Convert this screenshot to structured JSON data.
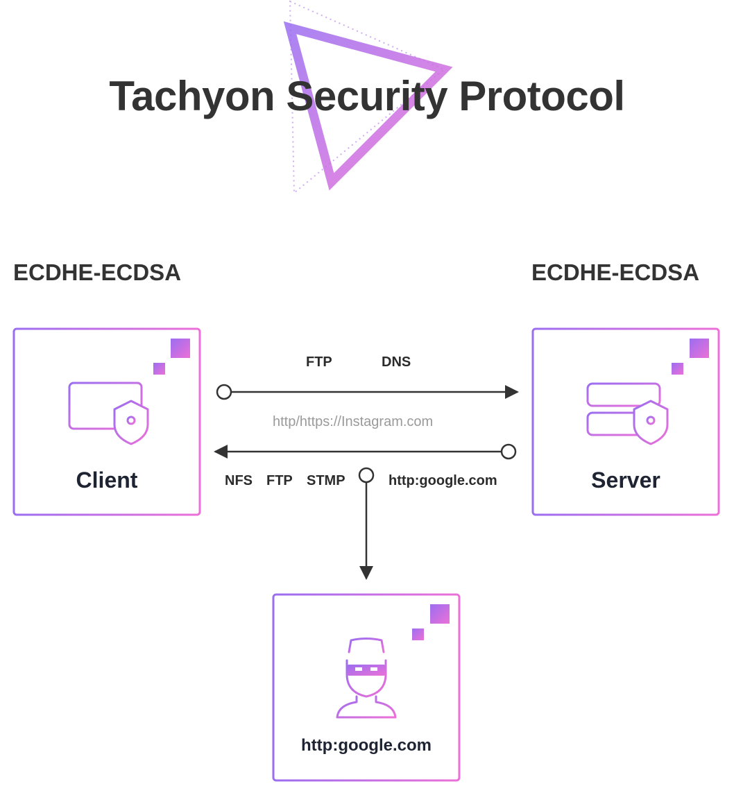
{
  "title": "Tachyon Security Protocol",
  "left_label": "ECDHE-ECDSA",
  "right_label": "ECDHE-ECDSA",
  "nodes": {
    "client": "Client",
    "server": "Server",
    "attacker": "http:google.com"
  },
  "top_arrow_labels": [
    "FTP",
    "DNS"
  ],
  "middle_url": "http/https://Instagram.com",
  "bottom_arrow_labels": [
    "NFS",
    "FTP",
    "STMP"
  ],
  "bottom_url": "http:google.com",
  "colors": {
    "gradient_start": "#9b6ef0",
    "gradient_end": "#ec70d8",
    "line": "#333333",
    "title": "#333333"
  },
  "icons": [
    "monitor-shield-icon",
    "server-shield-icon",
    "spy-icon"
  ]
}
